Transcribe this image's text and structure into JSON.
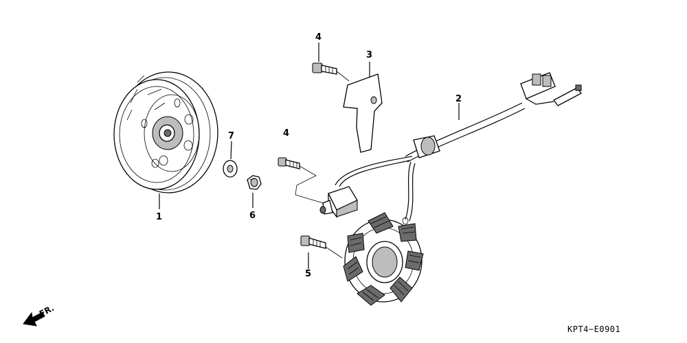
{
  "callouts": {
    "c1": "1",
    "c2": "2",
    "c3": "3",
    "c4a": "4",
    "c4b": "4",
    "c5": "5",
    "c6": "6",
    "c7": "7"
  },
  "diagram_code": "KPT4−E0901",
  "direction_label": "FR.",
  "icons": {
    "direction": "front-direction-arrow-icon"
  }
}
